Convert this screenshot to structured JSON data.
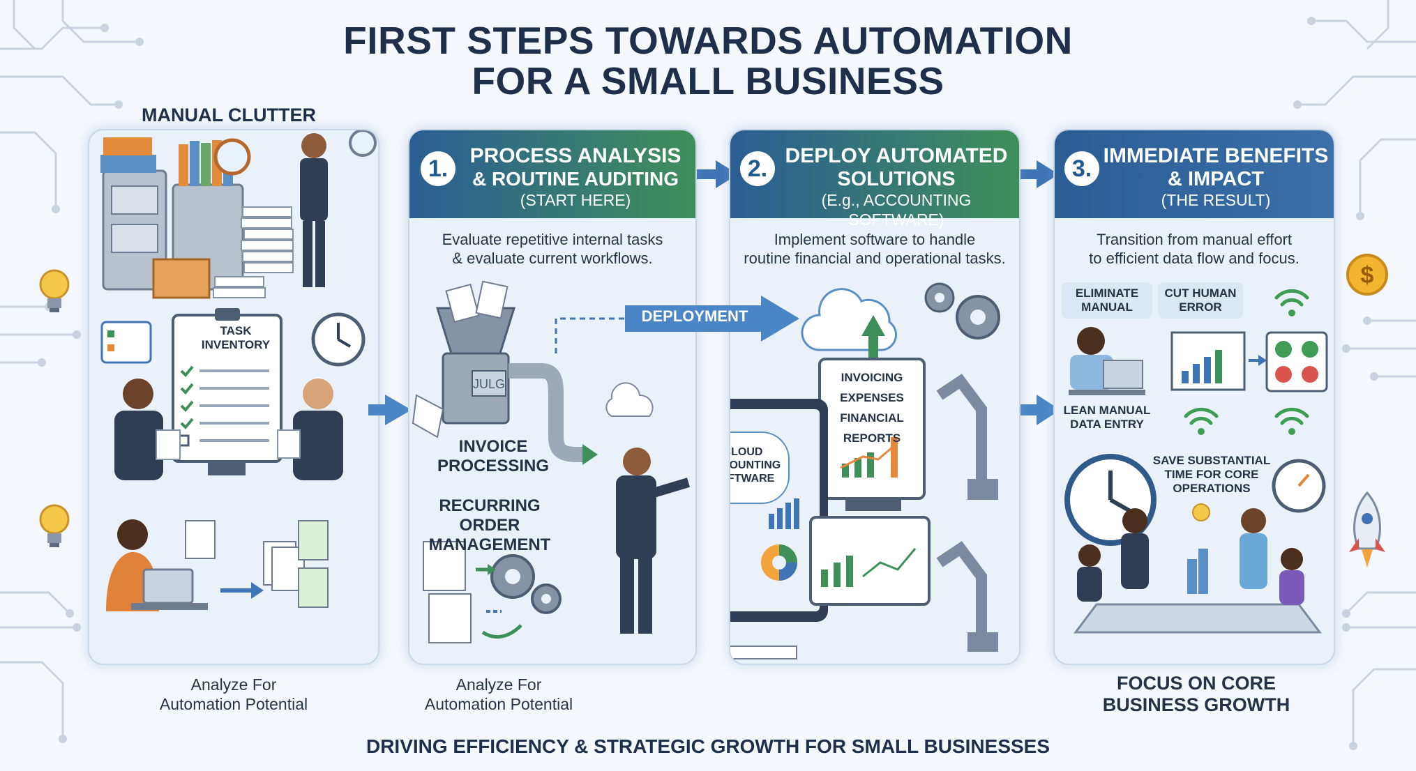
{
  "title": {
    "line1": "FIRST STEPS TOWARDS AUTOMATION",
    "line2": "FOR A SMALL BUSINESS"
  },
  "footer": "DRIVING EFFICIENCY & STRATEGIC GROWTH FOR SMALL BUSINESSES",
  "manual": {
    "label": "MANUAL CLUTTER",
    "task_inventory": "TASK INVENTORY",
    "caption": [
      "Analyze For",
      "Automation Potential"
    ]
  },
  "step1": {
    "number": "1.",
    "title": [
      "PROCESS ANALYSIS",
      "& ROUTINE AUDITING",
      "(START HERE)"
    ],
    "desc": [
      "Evaluate repetitive internal tasks",
      "& evaluate current workflows."
    ],
    "machine_label": "JULG",
    "invoice": [
      "INVOICE",
      "PROCESSING"
    ],
    "recurring": [
      "RECURRING ORDER",
      "MANAGEMENT"
    ],
    "caption": [
      "Analyze For",
      "Automation Potential"
    ]
  },
  "deployment_label": "DEPLOYMENT",
  "step2": {
    "number": "2.",
    "title": [
      "DEPLOY AUTOMATED",
      "SOLUTIONS",
      "(E.g., ACCOUNTING SOFTWARE)"
    ],
    "desc": [
      "Implement software to handle",
      "routine financial and operational tasks."
    ],
    "cloud": [
      "CLOUD",
      "ACCOUNTING",
      "SOFTWARE"
    ],
    "modules": [
      "INVOICING",
      "EXPENSES",
      "FINANCIAL",
      "REPORTS"
    ]
  },
  "step3": {
    "number": "3.",
    "title": [
      "IMMEDIATE BENEFITS",
      "& IMPACT",
      "(THE RESULT)"
    ],
    "desc": [
      "Transition from manual effort",
      "to efficient data flow and focus."
    ],
    "eliminate": [
      "ELIMINATE",
      "MANUAL"
    ],
    "cut_error": [
      "CUT HUMAN",
      "ERROR"
    ],
    "lean": [
      "LEAN MANUAL",
      "DATA ENTRY"
    ],
    "save_time": [
      "SAVE SUBSTANTIAL",
      "TIME FOR CORE",
      "OPERATIONS"
    ],
    "focus": [
      "FOCUS ON CORE",
      "BUSINESS GROWTH"
    ]
  },
  "colors": {
    "navy": "#1d2f4a",
    "stage_blue": "#2a5d94",
    "stage_green": "#3f8f5a",
    "arrow_blue": "#3f74b5",
    "accent_orange": "#e7873a",
    "coin_gold": "#f2b531"
  }
}
